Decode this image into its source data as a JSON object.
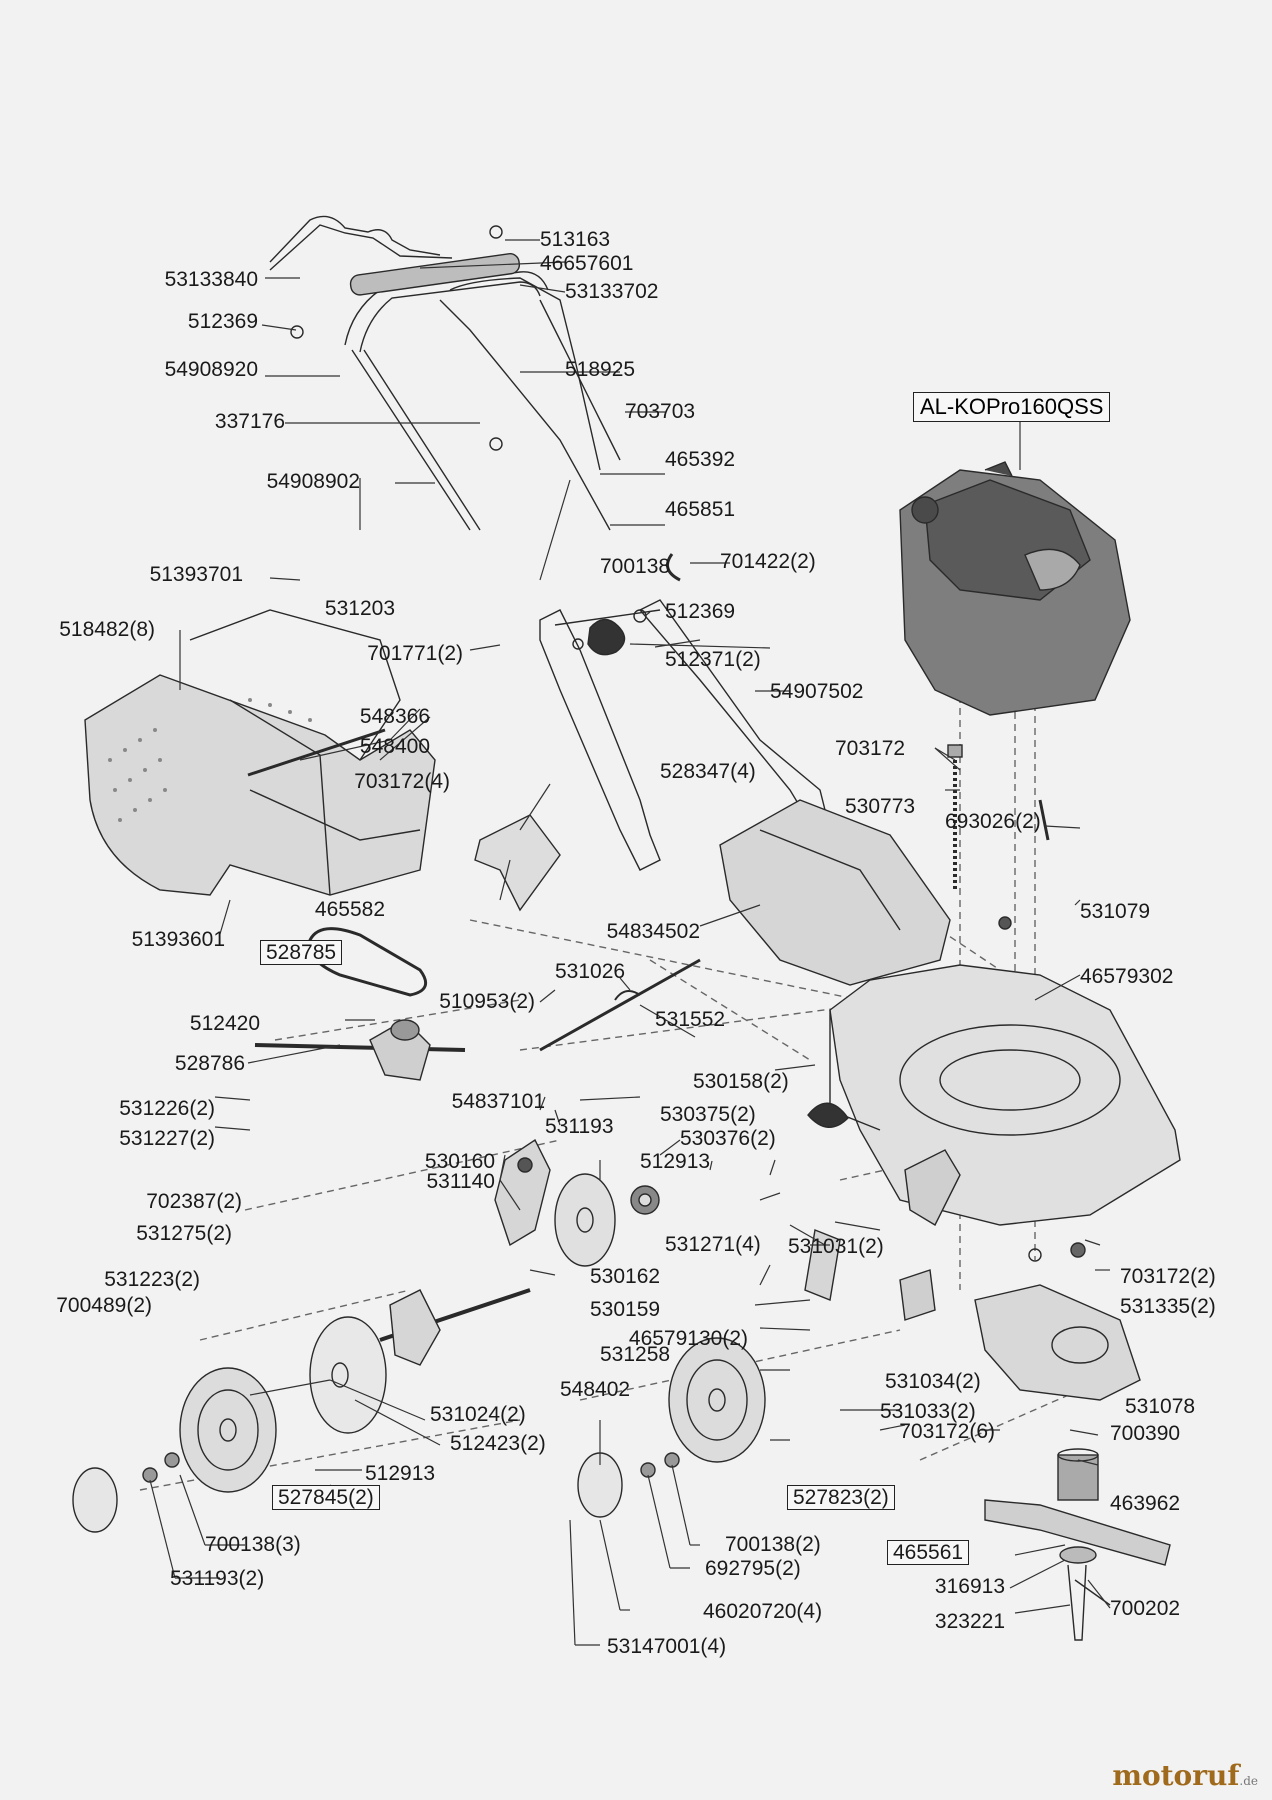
{
  "engine_label": "AL-KOPro160QSS",
  "watermark": {
    "brand": "motoruf",
    "tld": ".de"
  },
  "parts": [
    "513163",
    "46657601",
    "53133840",
    "53133702",
    "512369",
    "54908920",
    "518925",
    "703703",
    "337176",
    "465392",
    "54908902",
    "465851",
    "700138",
    "701422(2)",
    "51393701",
    "531203",
    "512369",
    "518482(8)",
    "701771(2)",
    "512371(2)",
    "54907502",
    "548366",
    "548400",
    "703172",
    "703172(4)",
    "528347(4)",
    "530773",
    "693026(2)",
    "465582",
    "54834502",
    "531079",
    "51393601",
    "528785",
    "531026",
    "46579302",
    "510953(2)",
    "531552",
    "512420",
    "528786",
    "530158(2)",
    "54837101",
    "531226(2)",
    "531227(2)",
    "531193",
    "530375(2)",
    "530376(2)",
    "530160",
    "512913",
    "531140",
    "702387(2)",
    "531271(4)",
    "531275(2)",
    "531031(2)",
    "530162",
    "531223(2)",
    "703172(2)",
    "700489(2)",
    "530159",
    "531335(2)",
    "46579130(2)",
    "531258",
    "548402",
    "531034(2)",
    "531078",
    "531024(2)",
    "531033(2)",
    "512423(2)",
    "703172(6)",
    "700390",
    "512913",
    "527845(2)",
    "527823(2)",
    "463962",
    "700138(3)",
    "700138(2)",
    "465561",
    "692795(2)",
    "316913",
    "531193(2)",
    "46020720(4)",
    "700202",
    "323221",
    "53147001(4)"
  ]
}
